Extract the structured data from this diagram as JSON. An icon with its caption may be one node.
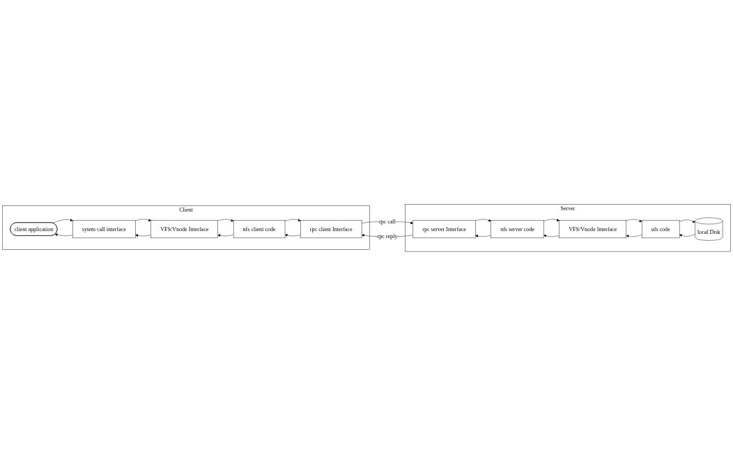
{
  "diagram": {
    "nodes": [
      {
        "text": [
          "Client"
        ]
      },
      {
        "text": [
          "client application"
        ],
        "in": 0
      },
      {
        "text": [
          "sytem call interface"
        ],
        "in": 0
      },
      {
        "text": [
          "VFS/Vnode Interface"
        ],
        "in": 0
      },
      {
        "text": [
          "nfs client code"
        ],
        "in": 0
      },
      {
        "text": [
          "rpc client Interface"
        ],
        "in": 0
      },
      {
        "text": [
          "Server"
        ]
      },
      {
        "text": [
          "VFS/Vnode Interface"
        ],
        "in": 6
      },
      {
        "text": [
          "nfs server code"
        ],
        "in": 6
      },
      {
        "text": [
          "ufs code"
        ],
        "in": 6
      },
      {
        "text": [
          "rpc server Interface"
        ],
        "in": 6
      },
      {
        "text": [
          "local Disk"
        ],
        "in": 6
      }
    ],
    "edges": [
      {
        "from": 2,
        "to": 1,
        "arrow": "to"
      },
      {
        "from": 1,
        "to": 2,
        "arrow": "to"
      },
      {
        "from": 2,
        "to": 3,
        "arrow": "to"
      },
      {
        "from": 3,
        "to": 2,
        "arrow": "to"
      },
      {
        "from": 3,
        "to": 4,
        "arrow": "to"
      },
      {
        "from": 4,
        "to": 3,
        "arrow": "to"
      },
      {
        "from": 5,
        "to": 4,
        "arrow": "to"
      },
      {
        "from": 4,
        "to": 5,
        "arrow": "to"
      },
      {
        "from": 5,
        "to": 10,
        "label": "rpc call",
        "arrow": "to"
      },
      {
        "from": 10,
        "to": 5,
        "label": "rpc reply",
        "arrow": "to"
      },
      {
        "from": 8,
        "to": 7,
        "arrow": "to"
      },
      {
        "from": 7,
        "to": 8,
        "arrow": "to"
      },
      {
        "from": 10,
        "to": 8,
        "arrow": "to"
      },
      {
        "from": 8,
        "to": 10,
        "arrow": "to"
      },
      {
        "from": 7,
        "to": 9,
        "arrow": "to"
      },
      {
        "from": 9,
        "to": 7,
        "arrow": "to"
      },
      {
        "from": 9,
        "to": 11,
        "arrow": "to"
      },
      {
        "from": 11,
        "to": 9,
        "arrow": "to"
      }
    ]
  }
}
